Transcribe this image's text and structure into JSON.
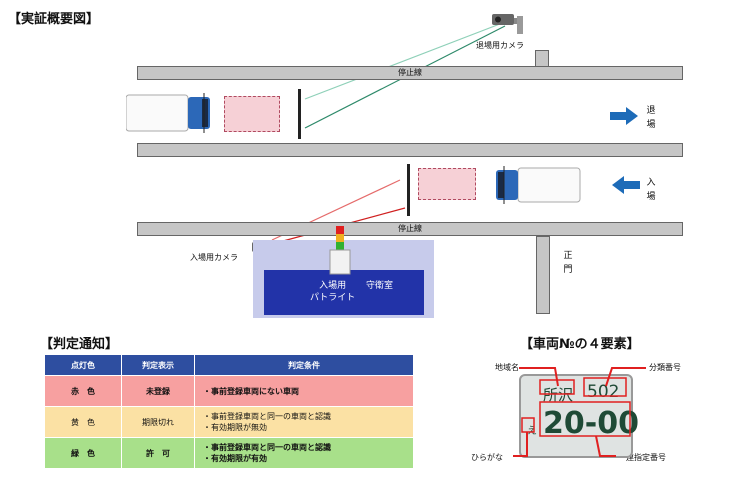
{
  "overview": {
    "title": "【実証概要図】",
    "exit_camera_label": "退場用カメラ",
    "entry_camera_label": "入場用カメラ",
    "stop_line_label": "停止線",
    "exit_label": "退場",
    "entry_label": "入場",
    "main_gate_label": "正門",
    "patlite_label": "入場用\nパトライト",
    "guard_room_label": "守衛室"
  },
  "judgment": {
    "title": "【判定通知】",
    "headers": [
      "点灯色",
      "判定表示",
      "判定条件"
    ],
    "rows": [
      {
        "color_name": "赤　色",
        "display": "未登録",
        "conditions": [
          "・事前登録車両にない車両"
        ],
        "bg": "#f7a0a0",
        "bold": true
      },
      {
        "color_name": "黄　色",
        "display": "期限切れ",
        "conditions": [
          "・事前登録車両と同一の車両と認識",
          "・有効期限が無効"
        ],
        "bg": "#fbe1a4",
        "bold": false
      },
      {
        "color_name": "緑　色",
        "display": "許　可",
        "conditions": [
          "・事前登録車両と同一の車両と認識",
          "・有効期限が有効"
        ],
        "bg": "#a8e08a",
        "bold": true
      }
    ]
  },
  "plate": {
    "title": "【車両№の４要素】",
    "region_label": "地域名",
    "class_label": "分類番号",
    "hiragana_label": "ひらがな",
    "serial_label": "一連指定番号",
    "region_text": "所沢",
    "class_text": "502",
    "hiragana_text": "え",
    "serial_text": "20-00"
  }
}
